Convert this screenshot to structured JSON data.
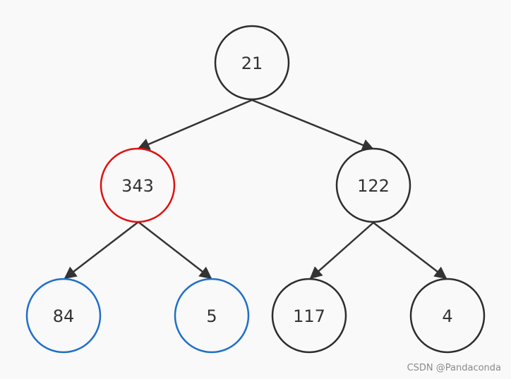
{
  "colors": {
    "background": "#f9f9f9",
    "edge": "#333333",
    "node_default": "#2d2d2d",
    "node_highlight_red": "#e01010",
    "node_highlight_blue": "#1e6fc9",
    "text": "#333333"
  },
  "tree": {
    "nodes": [
      {
        "id": "n21",
        "label": "21",
        "color": "default"
      },
      {
        "id": "n343",
        "label": "343",
        "color": "red"
      },
      {
        "id": "n122",
        "label": "122",
        "color": "default"
      },
      {
        "id": "n84",
        "label": "84",
        "color": "blue"
      },
      {
        "id": "n5",
        "label": "5",
        "color": "blue"
      },
      {
        "id": "n117",
        "label": "117",
        "color": "default"
      },
      {
        "id": "n4",
        "label": "4",
        "color": "default"
      }
    ],
    "edges": [
      {
        "from": "n21",
        "to": "n343"
      },
      {
        "from": "n21",
        "to": "n122"
      },
      {
        "from": "n343",
        "to": "n84"
      },
      {
        "from": "n343",
        "to": "n5"
      },
      {
        "from": "n122",
        "to": "n117"
      },
      {
        "from": "n122",
        "to": "n4"
      }
    ]
  },
  "watermark": "CSDN @Pandaconda"
}
